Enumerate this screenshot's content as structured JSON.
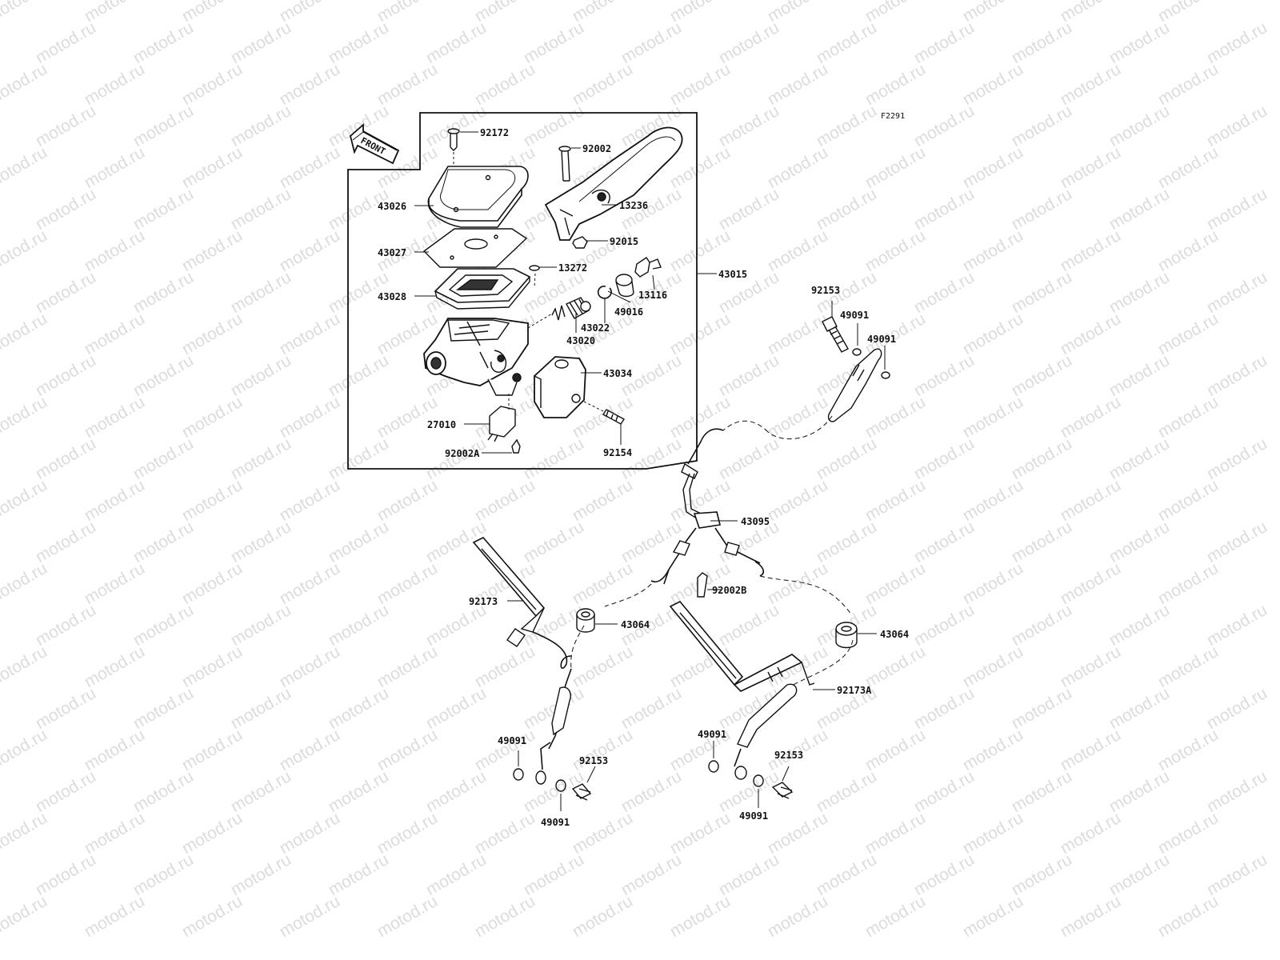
{
  "diagram": {
    "figure_code": "F2291",
    "watermark": "motod.ru",
    "front_label": "FRONT",
    "parts": {
      "p92172": "92172",
      "p92002": "92002",
      "p43026": "43026",
      "p13236": "13236",
      "p92015": "92015",
      "p43027": "43027",
      "p13272": "13272",
      "p13116": "13116",
      "p43015": "43015",
      "p43028": "43028",
      "p49016": "49016",
      "p43022": "43022",
      "p43020": "43020",
      "p43034": "43034",
      "p27010": "27010",
      "p92154": "92154",
      "p92002A": "92002A",
      "p92153_top": "92153",
      "p49091_top1": "49091",
      "p49091_top2": "49091",
      "p43095": "43095",
      "p92002B": "92002B",
      "p92173": "92173",
      "p43064_left": "43064",
      "p43064_right": "43064",
      "p92173A": "92173A",
      "p49091_bl": "49091",
      "p92153_bl": "92153",
      "p49091_bl2": "49091",
      "p49091_br": "49091",
      "p92153_br": "92153",
      "p49091_br2": "49091"
    }
  }
}
